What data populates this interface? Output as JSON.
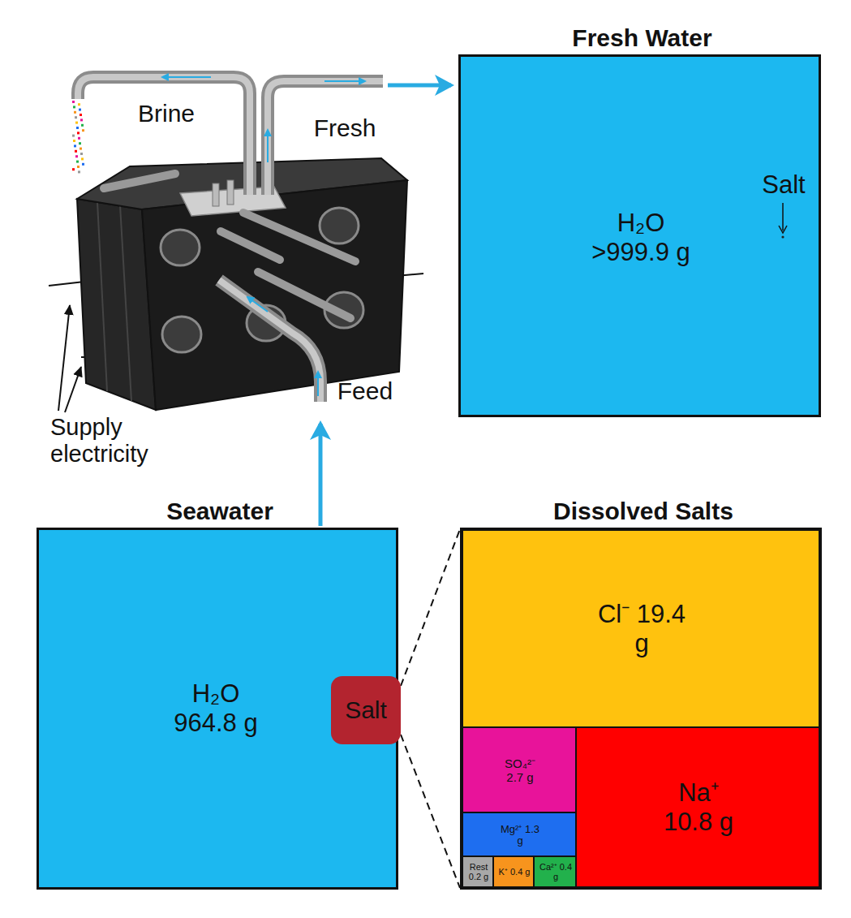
{
  "diagram": {
    "nodes": [
      {
        "text": [
          "Fresh Water",
          "H₂O >999.9 g",
          "Salt"
        ]
      },
      {
        "text": [
          "Seawater",
          "H₂O 964.8 g"
        ]
      },
      {
        "text": [
          "Salt"
        ],
        "in": 1
      },
      {
        "text": [
          "Dissolved Salts"
        ]
      },
      {
        "text": [
          "Cl⁻ 19.4 g"
        ],
        "in": 3
      },
      {
        "text": [
          "SO₄²⁻ 2.7 g"
        ],
        "in": 3
      },
      {
        "text": [
          "Na⁺ 10.8 g"
        ],
        "in": 3
      },
      {
        "text": [
          "Mg²⁺ 1.3 g"
        ],
        "in": 3
      },
      {
        "text": [
          "Rest 0.2 g"
        ],
        "in": 3
      },
      {
        "text": [
          "K⁺ 0.4 g"
        ],
        "in": 3
      },
      {
        "text": [
          "Ca²⁺ 0.4 g"
        ],
        "in": 3
      }
    ],
    "edges": [
      {
        "from": 2,
        "to": 3,
        "arrow": "none"
      }
    ],
    "labels": [
      "Brine",
      "Fresh",
      "Feed",
      "Supply electricity"
    ]
  }
}
